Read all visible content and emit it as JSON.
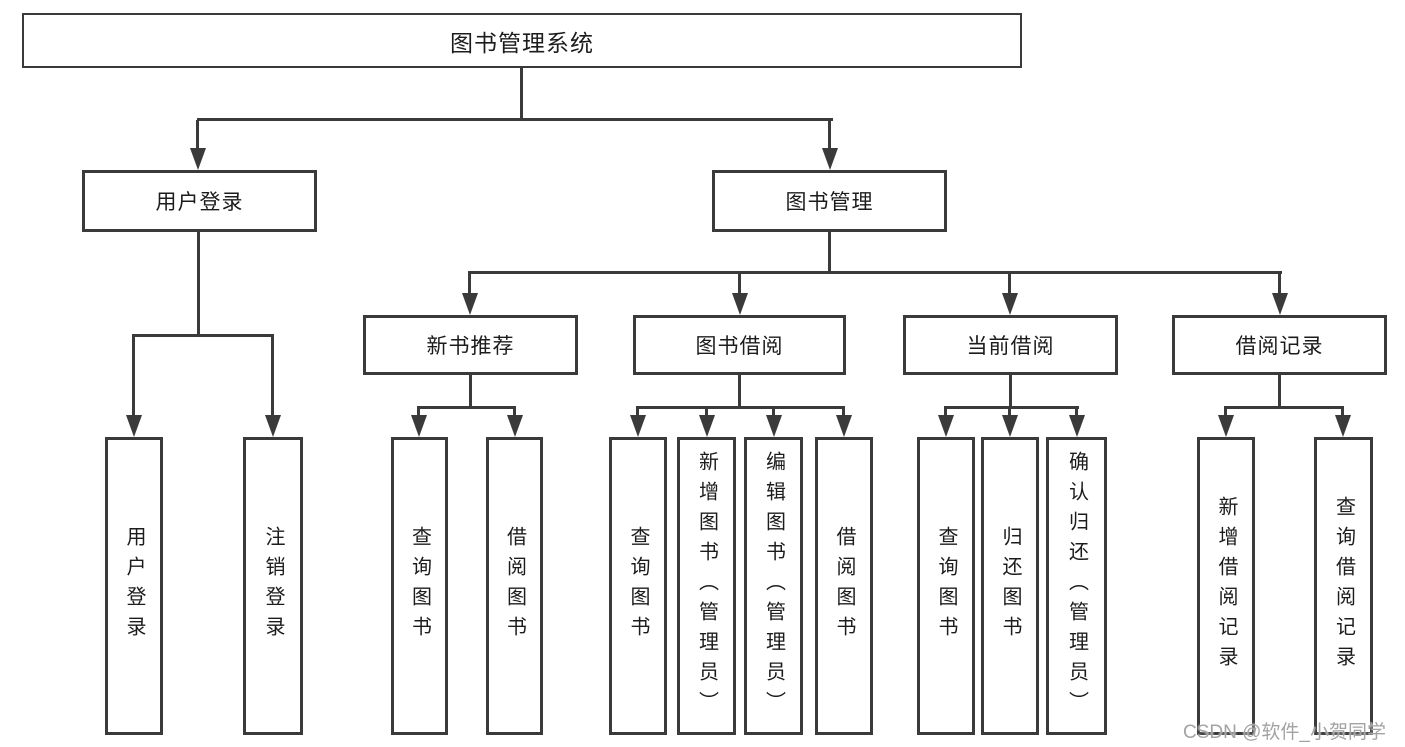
{
  "tree": {
    "root": "图书管理系统",
    "l2": [
      {
        "label": "用户登录",
        "leaves": [
          "用户登录",
          "注销登录"
        ]
      },
      {
        "label": "图书管理"
      }
    ],
    "l3": [
      {
        "label": "新书推荐",
        "leaves": [
          "查询图书",
          "借阅图书"
        ]
      },
      {
        "label": "图书借阅",
        "leaves": [
          "查询图书",
          "新增图书（管理员）",
          "编辑图书（管理员）",
          "借阅图书"
        ]
      },
      {
        "label": "当前借阅",
        "leaves": [
          "查询图书",
          "归还图书",
          "确认归还（管理员）"
        ]
      },
      {
        "label": "借阅记录",
        "leaves": [
          "新增借阅记录",
          "查询借阅记录"
        ]
      }
    ]
  },
  "watermark": "CSDN @软件_小贺同学",
  "colors": {
    "line": "#3a3a3a",
    "text": "#1c1c1c",
    "watermark": "#a3a3a3",
    "background": "#ffffff"
  }
}
